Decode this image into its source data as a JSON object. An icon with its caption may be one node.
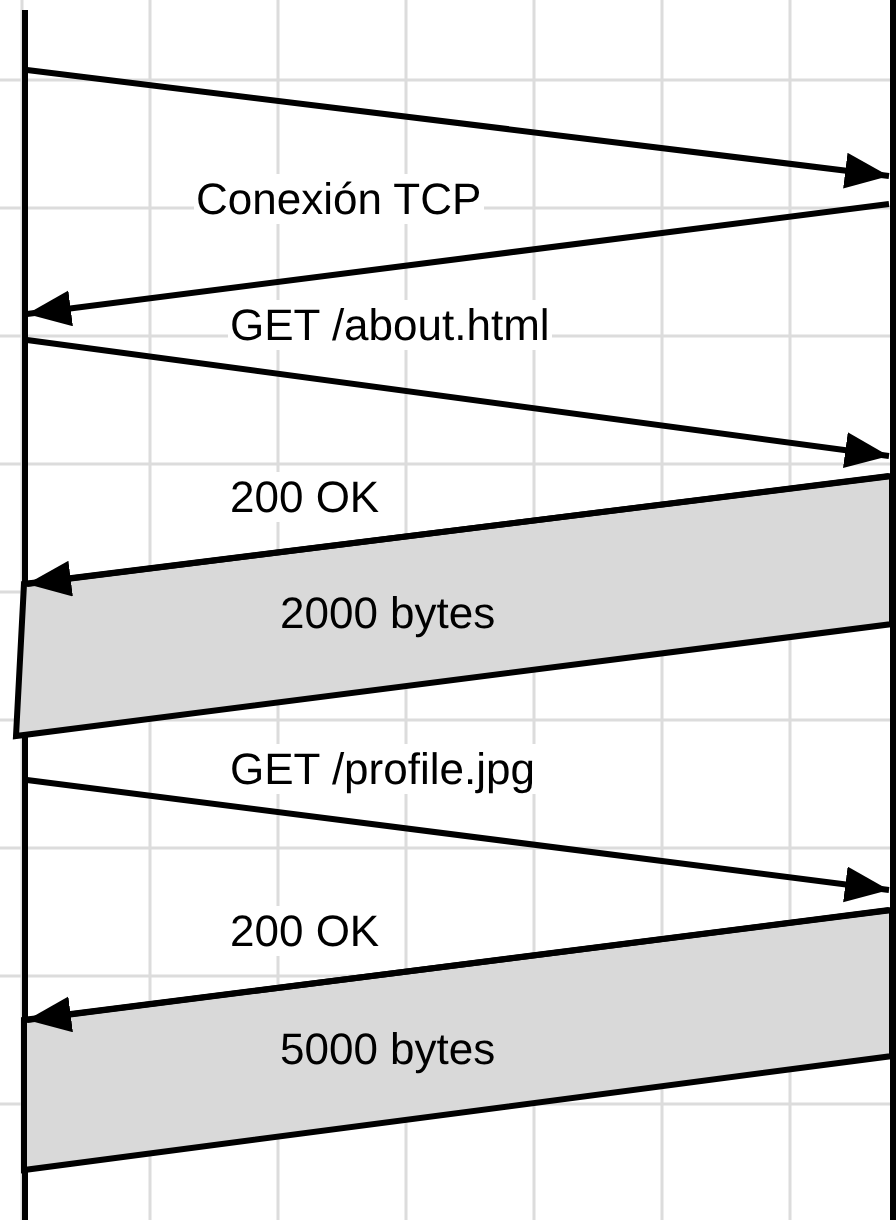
{
  "diagram": {
    "nodes": [
      {
        "text": [],
        "shape": "bar"
      },
      {
        "text": [],
        "shape": "bar"
      },
      {
        "text": [
          "2000 bytes"
        ]
      },
      {
        "text": [
          "5000 bytes"
        ]
      }
    ],
    "edges": [
      {
        "from": 0,
        "to": 1,
        "arrow": "to"
      },
      {
        "from": 1,
        "to": 0,
        "arrow": "to",
        "label": "Conexión TCP"
      },
      {
        "from": 0,
        "to": 1,
        "arrow": "to",
        "label": "GET /about.html"
      },
      {
        "from": 1,
        "to": 0,
        "arrow": "to",
        "label": "200 OK"
      },
      {
        "from": 0,
        "to": 1,
        "arrow": "to",
        "label": "GET /profile.jpg"
      },
      {
        "from": 1,
        "to": 0,
        "arrow": "to",
        "label": "200 OK"
      }
    ]
  }
}
